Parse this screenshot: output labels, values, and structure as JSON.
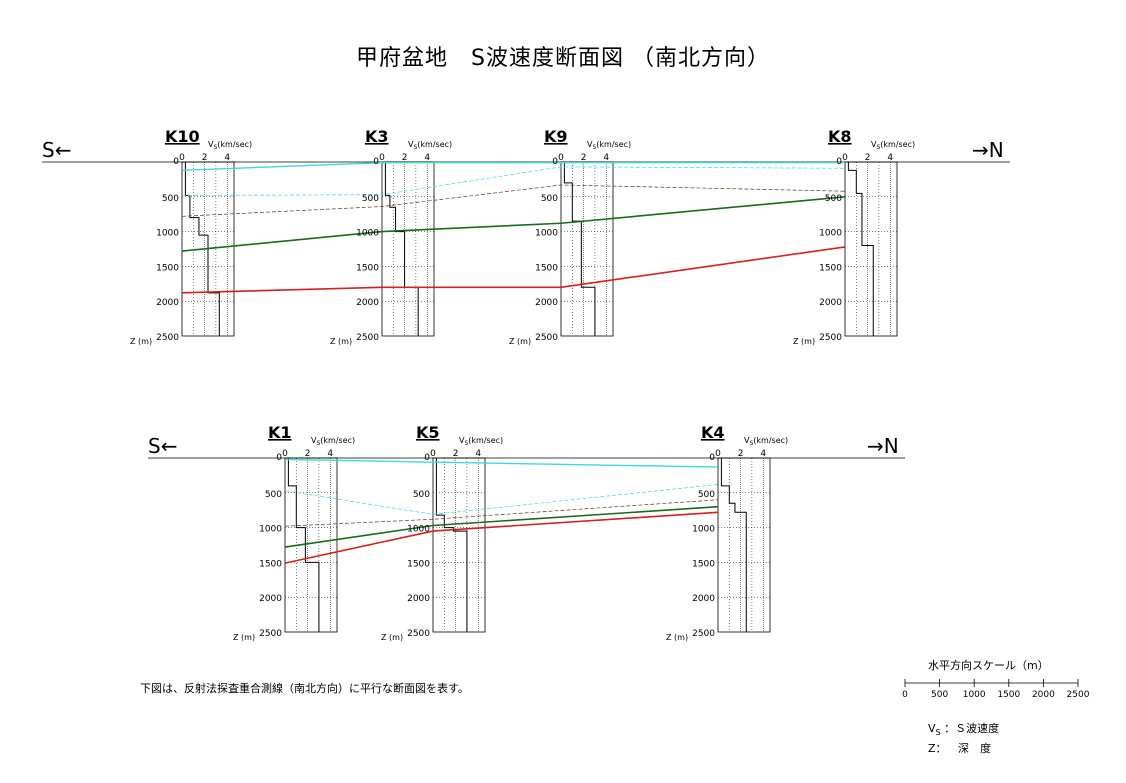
{
  "title": "甲府盆地　S波速度断面図 （南北方向）",
  "direction_left": "S←",
  "direction_right": "→N",
  "vs_axis_label": "V",
  "vs_axis_sub": "S",
  "vs_axis_unit": "(km/sec)",
  "z_axis_label": "Z (m)",
  "vs_ticks": [
    "0",
    "2",
    "4"
  ],
  "depth_ticks": [
    "0",
    "500",
    "1000",
    "1500",
    "2000",
    "2500"
  ],
  "note": "下図は、反射法探査重合測線（南北方向）に平行な断面図を表す。",
  "scale": {
    "title": "水平方向スケール（m）",
    "ticks": [
      "0",
      "500",
      "1000",
      "1500",
      "2000",
      "2500"
    ]
  },
  "legend": {
    "vs_symbol": "V",
    "vs_sub": "S",
    "vs_desc": "：Ｓ波速度",
    "z_symbol": "Z：",
    "z_desc": "深　度"
  },
  "colors": {
    "layer1": "#3fd8e0",
    "layer2_dashed": "#3fd8e0",
    "layer3_dashed": "#5a3a1a",
    "layer4": "#1a6a1a",
    "layer5": "#d42020"
  },
  "chart_data": {
    "type": "line",
    "sections": [
      {
        "wells": [
          {
            "name": "K10",
            "vs_profile": [
              [
                0,
                0.3
              ],
              [
                480,
                0.7
              ],
              [
                800,
                1.5
              ],
              [
                1050,
                2.3
              ],
              [
                1880,
                3.3
              ],
              [
                2500,
                3.3
              ]
            ]
          },
          {
            "name": "K3",
            "vs_profile": [
              [
                0,
                0.3
              ],
              [
                480,
                0.7
              ],
              [
                650,
                1.2
              ],
              [
                1000,
                2.0
              ],
              [
                1800,
                3.2
              ],
              [
                2500,
                3.2
              ]
            ]
          },
          {
            "name": "K9",
            "vs_profile": [
              [
                0,
                0.3
              ],
              [
                300,
                1.0
              ],
              [
                850,
                1.8
              ],
              [
                1800,
                3.0
              ],
              [
                2500,
                3.0
              ]
            ]
          },
          {
            "name": "K8",
            "vs_profile": [
              [
                0,
                0.3
              ],
              [
                120,
                1.0
              ],
              [
                450,
                1.5
              ],
              [
                1200,
                2.5
              ],
              [
                2500,
                2.5
              ]
            ]
          }
        ],
        "boundaries": [
          {
            "layer": "layer1",
            "depths": [
              120,
              10,
              10,
              10
            ]
          },
          {
            "layer": "layer2_dashed",
            "depths": [
              480,
              470,
              70,
              90
            ]
          },
          {
            "layer": "layer3_dashed",
            "depths": [
              780,
              640,
              330,
              420
            ]
          },
          {
            "layer": "layer4",
            "depths": [
              1280,
              1000,
              880,
              500
            ]
          },
          {
            "layer": "layer5",
            "depths": [
              1880,
              1800,
              1800,
              1220
            ]
          }
        ]
      },
      {
        "wells": [
          {
            "name": "K1",
            "vs_profile": [
              [
                0,
                0.3
              ],
              [
                400,
                1.0
              ],
              [
                1000,
                1.8
              ],
              [
                1500,
                3.0
              ],
              [
                2500,
                3.0
              ]
            ]
          },
          {
            "name": "K5",
            "vs_profile": [
              [
                0,
                0.3
              ],
              [
                820,
                1.0
              ],
              [
                1000,
                1.8
              ],
              [
                1050,
                3.0
              ],
              [
                2500,
                3.0
              ]
            ]
          },
          {
            "name": "K4",
            "vs_profile": [
              [
                0,
                0.3
              ],
              [
                400,
                1.0
              ],
              [
                650,
                1.5
              ],
              [
                780,
                2.5
              ],
              [
                2500,
                2.5
              ]
            ]
          }
        ],
        "boundaries": [
          {
            "layer": "layer1",
            "depths": [
              20,
              60,
              130
            ]
          },
          {
            "layer": "layer2_dashed",
            "depths": [
              470,
              810,
              380
            ]
          },
          {
            "layer": "layer3_dashed",
            "depths": [
              980,
              880,
              600
            ]
          },
          {
            "layer": "layer4",
            "depths": [
              1280,
              970,
              700
            ]
          },
          {
            "layer": "layer5",
            "depths": [
              1510,
              1050,
              780
            ]
          }
        ]
      }
    ]
  }
}
